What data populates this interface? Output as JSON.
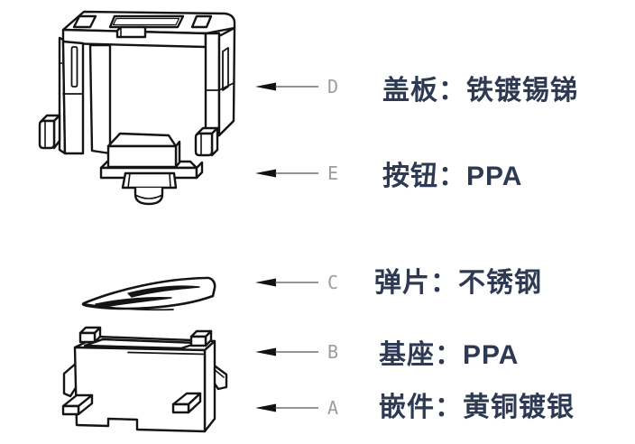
{
  "figure": {
    "type": "exploded-view-diagram",
    "subject": "tact-switch-components"
  },
  "colors": {
    "background": "#ffffff",
    "label_text": "#2e3a53",
    "callout_letter": "#9c9ca1",
    "line_art": "#141414"
  },
  "drawings": [
    "cover-bracket",
    "button-plunger",
    "spring-dome-plate",
    "base-with-insert-terminals"
  ],
  "callouts": [
    {
      "letter": "D",
      "label": "盖板：铁镀锡锑",
      "part": "cover"
    },
    {
      "letter": "E",
      "label": "按钮：PPA",
      "part": "button"
    },
    {
      "letter": "C",
      "label": "弹片：不锈钢",
      "part": "spring"
    },
    {
      "letter": "B",
      "label": "基座：PPA",
      "part": "base"
    },
    {
      "letter": "A",
      "label": "嵌件：黄铜镀银",
      "part": "insert"
    }
  ]
}
